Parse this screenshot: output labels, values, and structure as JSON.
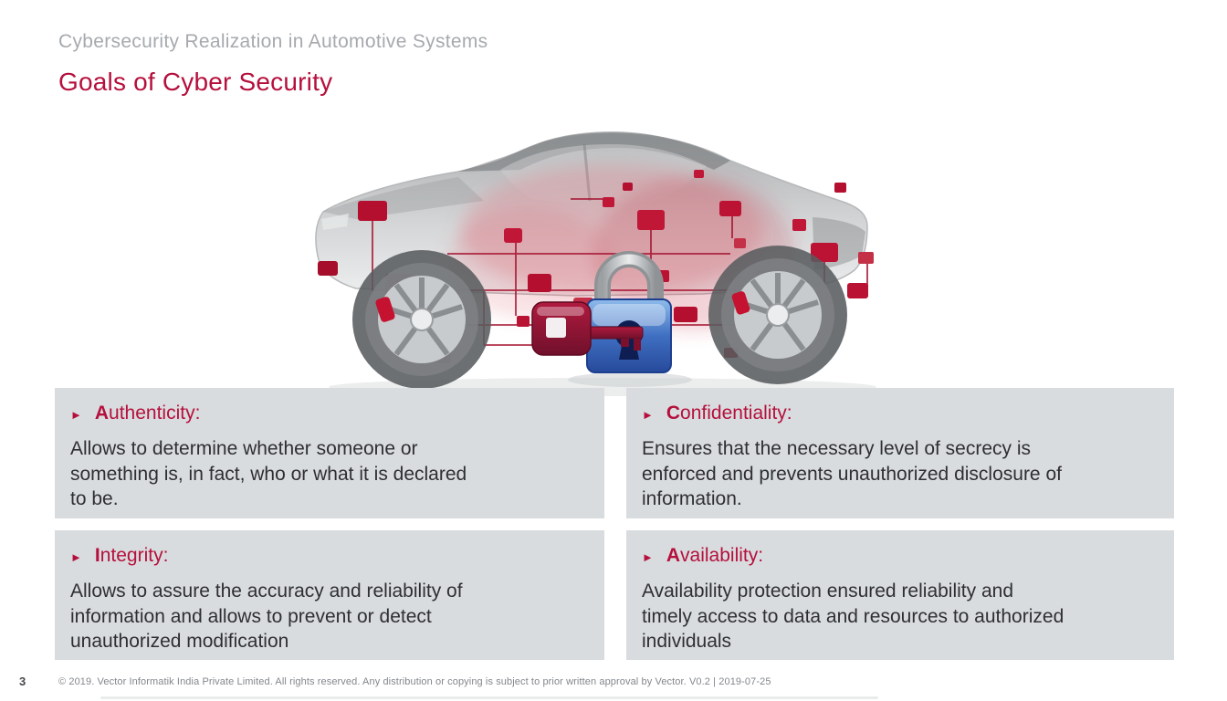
{
  "slide": {
    "context_line": "Cybersecurity Realization in Automotive Systems",
    "title": "Goals of Cyber Security"
  },
  "ui": {
    "bullet_glyph": "►"
  },
  "illustration": {
    "name": "transparent-car-with-ecus-and-padlock-key"
  },
  "goals": [
    {
      "initial": "A",
      "rest": "uthenticity:",
      "description": "Allows to determine whether someone or\nsomething is, in fact, who or what it is declared\nto be."
    },
    {
      "initial": "C",
      "rest": "onfidentiality:",
      "description": "Ensures that the necessary level of secrecy is\nenforced and prevents unauthorized disclosure of\ninformation."
    },
    {
      "initial": "I",
      "rest": "ntegrity:",
      "description": "Allows to assure the accuracy and reliability of\ninformation and allows to prevent or detect\nunauthorized modification"
    },
    {
      "initial": "A",
      "rest": "vailability:",
      "description": "Availability protection ensured reliability and\ntimely access to data and resources to authorized\nindividuals"
    }
  ],
  "footer": {
    "page_number": "3",
    "copyright": "© 2019. Vector Informatik India Private Limited. All rights reserved. Any distribution or copying is subject to prior written approval by Vector. V0.2 | 2019-07-25"
  },
  "colors": {
    "accent": "#b5103d",
    "box_background": "#d9dcde",
    "context_gray": "#a6aaae",
    "body_text": "#2f2f33",
    "footer_gray": "#83878c",
    "ecu_red": "#b50f2f",
    "lock_blue": "#3f6fc1",
    "key_dark_red": "#8c1030"
  }
}
